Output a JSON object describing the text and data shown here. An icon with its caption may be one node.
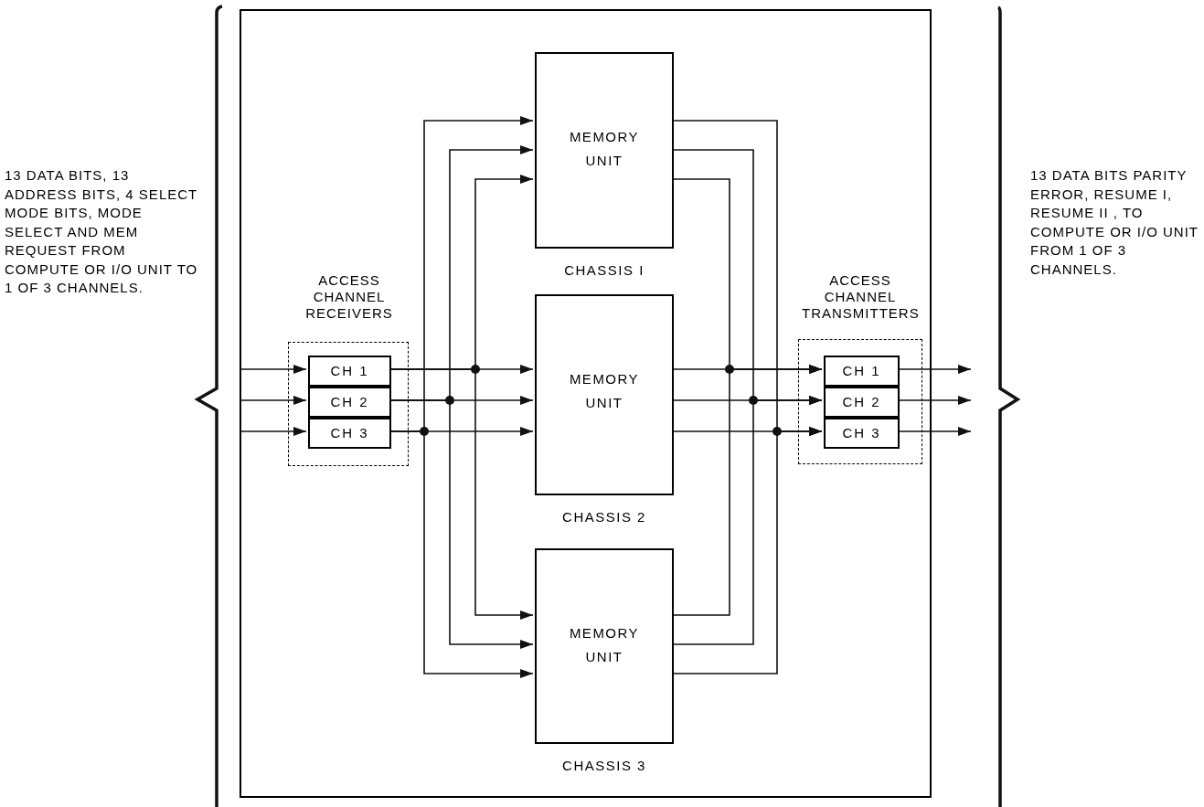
{
  "diagram": {
    "nodes": [
      {
        "text": [],
        "shape": "box"
      },
      {
        "text": [
          "ACCESS CHANNEL RECEIVERS"
        ],
        "in": 0
      },
      {
        "text": [
          "CH 1"
        ],
        "in": 1
      },
      {
        "text": [
          "CH 2"
        ],
        "in": 1
      },
      {
        "text": [
          "CH 3"
        ],
        "in": 1
      },
      {
        "text": [
          "MEMORY UNIT"
        ],
        "beside": [
          "CHASSIS I"
        ],
        "in": 0
      },
      {
        "text": [
          "MEMORY UNIT"
        ],
        "beside": [
          "CHASSIS 2"
        ],
        "in": 0
      },
      {
        "text": [
          "MEMORY UNIT"
        ],
        "beside": [
          "CHASSIS 3"
        ],
        "in": 0
      },
      {
        "text": [
          "ACCESS CHANNEL TRANSMITTERS"
        ],
        "in": 0
      },
      {
        "text": [
          "CH 1"
        ],
        "in": 8
      },
      {
        "text": [
          "CH 2"
        ],
        "in": 8
      },
      {
        "text": [
          "CH 3"
        ],
        "in": 8
      }
    ],
    "edges": [
      {
        "from": null,
        "to": 2,
        "arrow": "to"
      },
      {
        "from": null,
        "to": 3,
        "arrow": "to"
      },
      {
        "from": null,
        "to": 4,
        "arrow": "to"
      },
      {
        "from": 2,
        "to": 5,
        "arrow": "to"
      },
      {
        "from": 2,
        "to": 6,
        "arrow": "to"
      },
      {
        "from": 2,
        "to": 7,
        "arrow": "to"
      },
      {
        "from": 3,
        "to": 5,
        "arrow": "to"
      },
      {
        "from": 3,
        "to": 6,
        "arrow": "to"
      },
      {
        "from": 3,
        "to": 7,
        "arrow": "to"
      },
      {
        "from": 4,
        "to": 5,
        "arrow": "to"
      },
      {
        "from": 4,
        "to": 6,
        "arrow": "to"
      },
      {
        "from": 4,
        "to": 7,
        "arrow": "to"
      },
      {
        "from": 5,
        "to": 9,
        "arrow": "to"
      },
      {
        "from": 5,
        "to": 10,
        "arrow": "to"
      },
      {
        "from": 5,
        "to": 11,
        "arrow": "to"
      },
      {
        "from": 6,
        "to": 9,
        "arrow": "to"
      },
      {
        "from": 6,
        "to": 10,
        "arrow": "to"
      },
      {
        "from": 6,
        "to": 11,
        "arrow": "to"
      },
      {
        "from": 7,
        "to": 9,
        "arrow": "to"
      },
      {
        "from": 7,
        "to": 10,
        "arrow": "to"
      },
      {
        "from": 7,
        "to": 11,
        "arrow": "to"
      },
      {
        "from": 9,
        "to": null,
        "arrow": "to"
      },
      {
        "from": 10,
        "to": null,
        "arrow": "to"
      },
      {
        "from": 11,
        "to": null,
        "arrow": "to"
      }
    ],
    "labels": [
      "13 DATA BITS, 13 ADDRESS BITS, 4 SELECT MODE BITS, MODE SELECT AND MEM REQUEST FROM COMPUTE OR I/O UNIT TO 1 OF 3 CHANNELS.",
      "13 DATA BITS PARITY ERROR, RESUME I, RESUME II , TO COMPUTE OR I/O UNIT FROM 1 OF 3 CHANNELS."
    ]
  }
}
